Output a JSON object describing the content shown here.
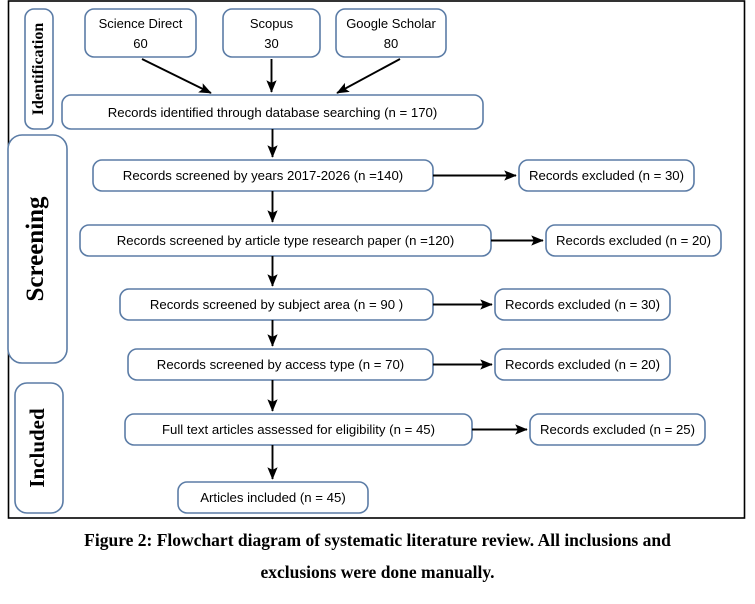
{
  "figure": {
    "caption_line1": "Figure 2: Flowchart diagram of systematic literature review. All inclusions and",
    "caption_line2": "exclusions were done manually.",
    "box_border_color": "#5B7CA6",
    "frame_color": "#000000",
    "arrow_color": "#000000"
  },
  "stages": [
    {
      "id": "identification",
      "label": "Identification"
    },
    {
      "id": "screening",
      "label": "Screening"
    },
    {
      "id": "included",
      "label": "Included"
    }
  ],
  "sources": [
    {
      "id": "science-direct",
      "name": "Science Direct",
      "count": "60"
    },
    {
      "id": "scopus",
      "name": "Scopus",
      "count": "30"
    },
    {
      "id": "google-scholar",
      "name": "Google Scholar",
      "count": "80"
    }
  ],
  "flow": [
    {
      "id": "records-identified",
      "label": "Records identified through database searching (n = 170)",
      "n": 170
    },
    {
      "id": "screened-years",
      "label": "Records screened by years 2017-2026 (n =140)",
      "n": 140
    },
    {
      "id": "screened-article-type",
      "label": "Records screened by article type research paper (n =120)",
      "n": 120
    },
    {
      "id": "screened-subject-area",
      "label": "Records screened by subject area (n = 90 )",
      "n": 90
    },
    {
      "id": "screened-access-type",
      "label": "Records screened by access type (n = 70)",
      "n": 70
    },
    {
      "id": "full-text-eligibility",
      "label": "Full text articles assessed for eligibility (n = 45)",
      "n": 45
    },
    {
      "id": "articles-included",
      "label": "Articles included (n = 45)",
      "n": 45
    }
  ],
  "excluded": [
    {
      "id": "excluded-years",
      "label": "Records excluded (n = 30)",
      "n": 30
    },
    {
      "id": "excluded-article-type",
      "label": "Records excluded (n = 20)",
      "n": 20
    },
    {
      "id": "excluded-subject-area",
      "label": "Records excluded (n = 30)",
      "n": 30
    },
    {
      "id": "excluded-access-type",
      "label": "Records excluded (n = 20)",
      "n": 20
    },
    {
      "id": "excluded-full-text",
      "label": "Records excluded (n = 25)",
      "n": 25
    }
  ],
  "chart_data": {
    "type": "diagram",
    "title": "PRISMA flowchart of systematic literature review",
    "stages": [
      "Identification",
      "Screening",
      "Included"
    ],
    "sources": [
      {
        "name": "Science Direct",
        "records": 60
      },
      {
        "name": "Scopus",
        "records": 30
      },
      {
        "name": "Google Scholar",
        "records": 80
      }
    ],
    "main_flow": [
      {
        "step": "Records identified through database searching",
        "n": 170
      },
      {
        "step": "Records screened by years 2017-2026",
        "n": 140
      },
      {
        "step": "Records screened by article type research paper",
        "n": 120
      },
      {
        "step": "Records screened by subject area",
        "n": 90
      },
      {
        "step": "Records screened by access type",
        "n": 70
      },
      {
        "step": "Full text articles assessed for eligibility",
        "n": 45
      },
      {
        "step": "Articles included",
        "n": 45
      }
    ],
    "exclusions": [
      {
        "after_step": "Records screened by years 2017-2026",
        "n": 30
      },
      {
        "after_step": "Records screened by article type research paper",
        "n": 20
      },
      {
        "after_step": "Records screened by subject area",
        "n": 30
      },
      {
        "after_step": "Records screened by access type",
        "n": 20
      },
      {
        "after_step": "Full text articles assessed for eligibility",
        "n": 25
      }
    ]
  }
}
